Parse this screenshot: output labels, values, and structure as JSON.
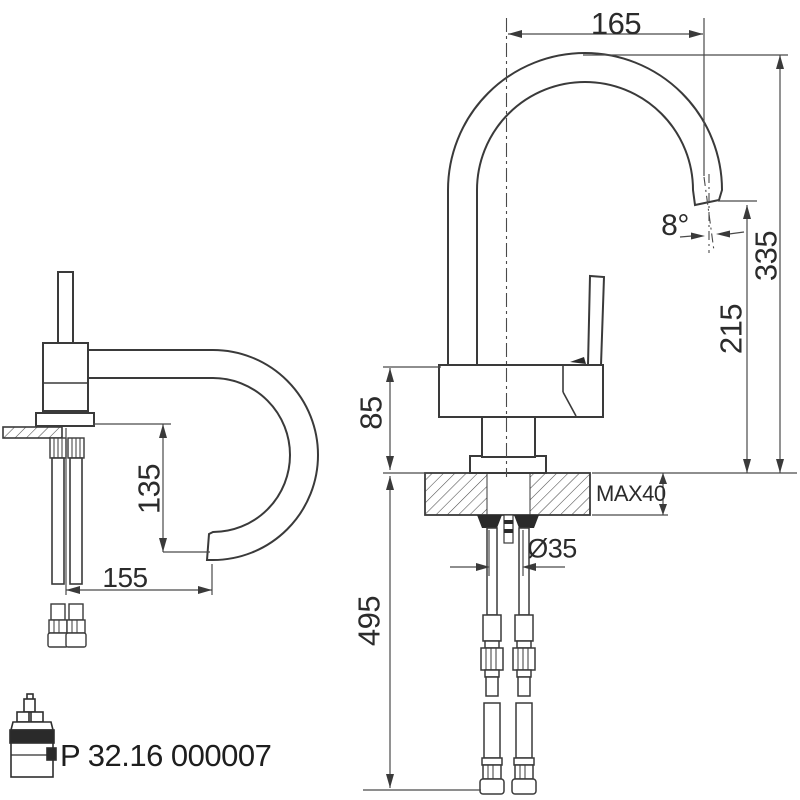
{
  "part_number": "P 32.16 000007",
  "labels": {
    "spout_reach": "165",
    "total_height": "335",
    "outlet_height": "215",
    "outlet_angle": "8°",
    "body_height": "85",
    "max_deck_thickness": "MAX40",
    "hole_diameter": "Ø35",
    "hose_length": "495",
    "side_outlet_drop": "135",
    "side_reach": "155"
  },
  "colors": {
    "line": "#3a3a3a",
    "thin_line": "#4a4a4a",
    "dark_fill": "#2a2a2a",
    "background": "#ffffff"
  }
}
